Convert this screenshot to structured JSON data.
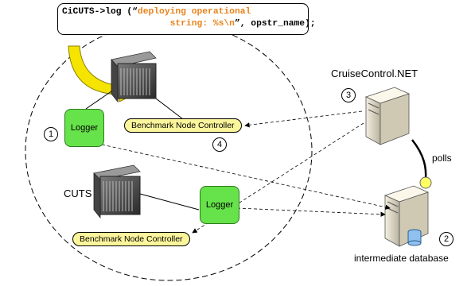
{
  "code": {
    "line1_prefix": "CiCUTS->log (“",
    "line1_string": "deploying operational",
    "line2_string": "string: %s\\n",
    "line2_suffix": "”, opstr_name);",
    "line2_indent": "                    "
  },
  "nodes": {
    "logger_top": "Logger",
    "logger_bottom": "Logger",
    "bnc_top": "Benchmark Node Controller",
    "bnc_bottom": "Benchmark Node Controller"
  },
  "labels": {
    "cruisecontrol": "CruiseControl.NET",
    "cuts": "CUTS",
    "polls": "polls",
    "intermediate_db": "intermediate database"
  },
  "steps": {
    "one": "1",
    "two": "2",
    "three": "3",
    "four": "4"
  },
  "colors": {
    "logger": "#66e24a",
    "controller": "#fbf59b",
    "highlight_arrow": "#f5e400",
    "code_string": "#e8821a"
  }
}
